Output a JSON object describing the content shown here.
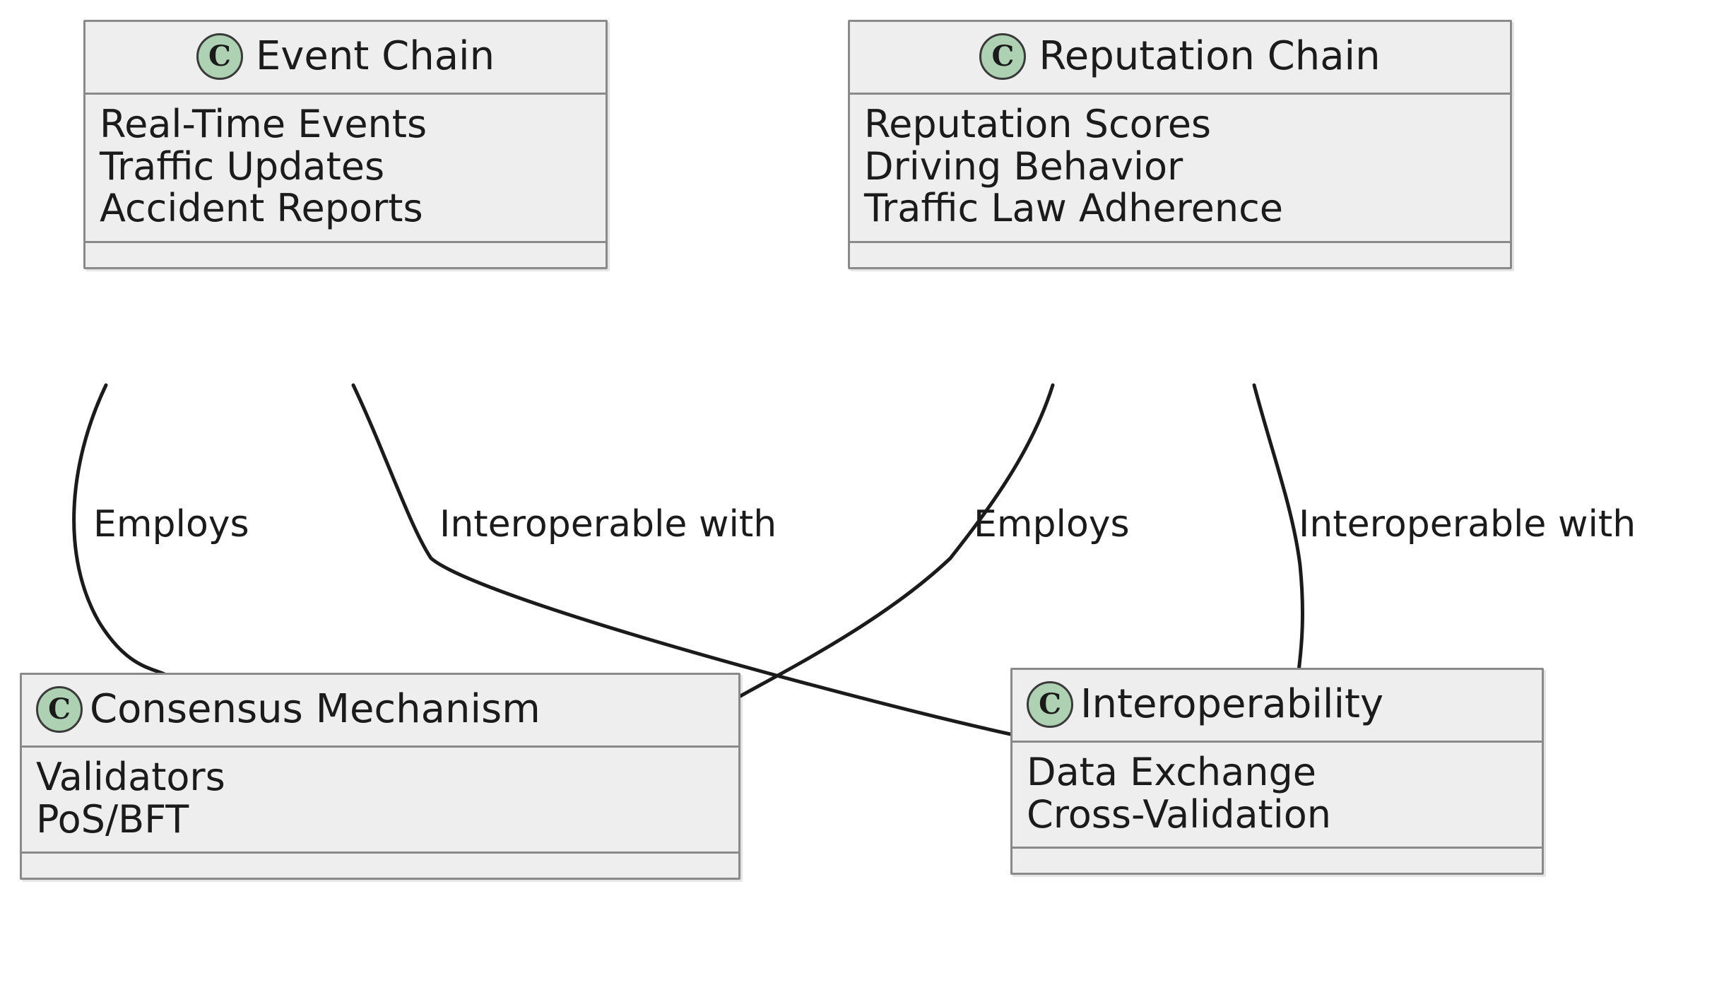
{
  "diagram": {
    "type": "uml-class-diagram",
    "background_color": "#FFFFFF",
    "stereotype_icon_letter": "C",
    "icon_fill_color": "#ADD1B2",
    "class_fill_color": "#EEEEEE",
    "class_border_color": "#8A8A8A",
    "text_color": "#1B1B1B",
    "edge_color": "#1B1B1B"
  },
  "classes": [
    {
      "id": "event-chain",
      "name": "Event Chain",
      "icon": "class-icon",
      "attributes": [
        "Real-Time Events",
        "Traffic Updates",
        "Accident Reports"
      ],
      "methods": []
    },
    {
      "id": "reputation-chain",
      "name": "Reputation Chain",
      "icon": "class-icon",
      "attributes": [
        "Reputation Scores",
        "Driving Behavior",
        "Traffic Law Adherence"
      ],
      "methods": []
    },
    {
      "id": "consensus-mechanism",
      "name": "Consensus Mechanism",
      "icon": "class-icon",
      "attributes": [
        "Validators",
        "PoS/BFT"
      ],
      "methods": []
    },
    {
      "id": "interoperability",
      "name": "Interoperability",
      "icon": "class-icon",
      "attributes": [
        "Data Exchange",
        "Cross-Validation"
      ],
      "methods": []
    }
  ],
  "relationships": [
    {
      "id": "event-chain-employs-consensus",
      "from": "Event Chain",
      "to": "Consensus Mechanism",
      "label": "Employs"
    },
    {
      "id": "event-chain-interoperable-interoperability",
      "from": "Event Chain",
      "to": "Interoperability",
      "label": "Interoperable with"
    },
    {
      "id": "reputation-chain-employs-consensus",
      "from": "Reputation Chain",
      "to": "Consensus Mechanism",
      "label": "Employs"
    },
    {
      "id": "reputation-chain-interoperable-interoperability",
      "from": "Reputation Chain",
      "to": "Interoperability",
      "label": "Interoperable with"
    }
  ]
}
